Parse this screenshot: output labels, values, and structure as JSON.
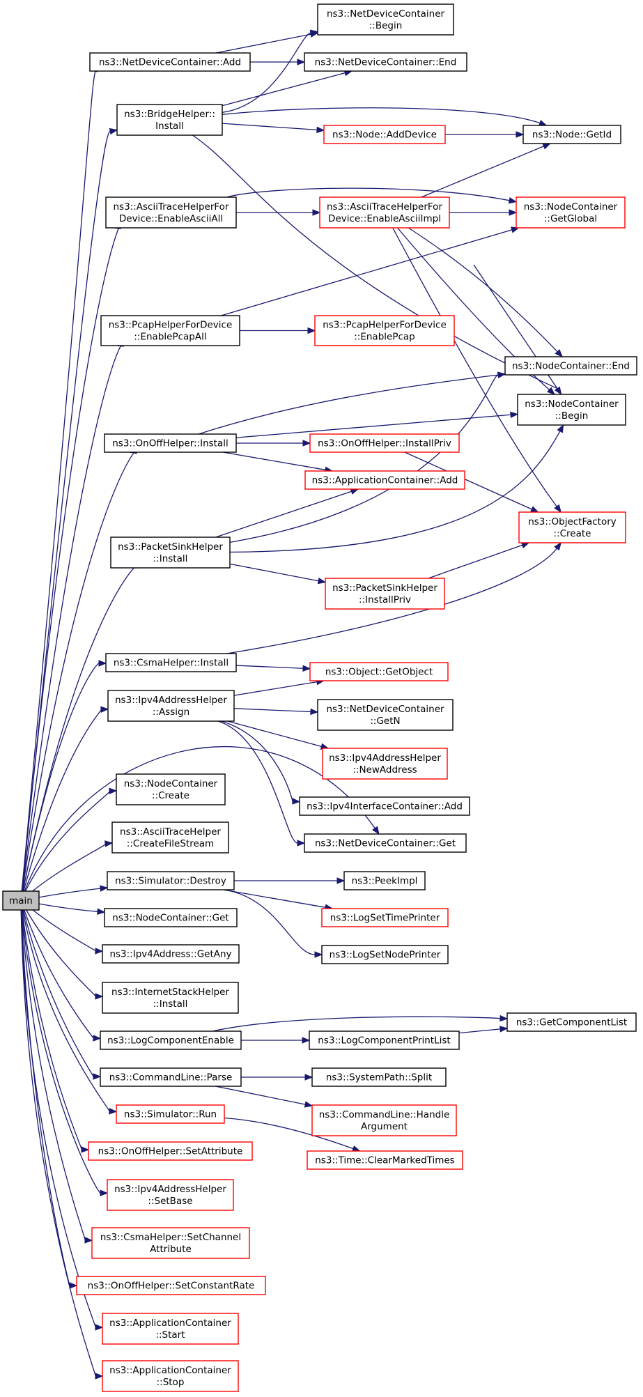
{
  "colors": {
    "edge": "#191970",
    "node_border_black": "#000000",
    "node_border_red": "#ff0000",
    "root_fill": "#bfbfbf"
  },
  "nodes": [
    {
      "id": "main",
      "lines": [
        "main"
      ],
      "border": "root"
    },
    {
      "id": "ndc_add",
      "lines": [
        "ns3::NetDeviceContainer::Add"
      ],
      "border": "black"
    },
    {
      "id": "bridge_install",
      "lines": [
        "ns3::BridgeHelper::",
        "Install"
      ],
      "border": "black"
    },
    {
      "id": "ascii_enableall",
      "lines": [
        "ns3::AsciiTraceHelperFor",
        "Device::EnableAsciiAll"
      ],
      "border": "black"
    },
    {
      "id": "pcap_enableall",
      "lines": [
        "ns3::PcapHelperForDevice",
        "::EnablePcapAll"
      ],
      "border": "black"
    },
    {
      "id": "onoff_install",
      "lines": [
        "ns3::OnOffHelper::Install"
      ],
      "border": "black"
    },
    {
      "id": "sink_install",
      "lines": [
        "ns3::PacketSinkHelper",
        "::Install"
      ],
      "border": "black"
    },
    {
      "id": "csma_install",
      "lines": [
        "ns3::CsmaHelper::Install"
      ],
      "border": "black"
    },
    {
      "id": "ipv4_assign",
      "lines": [
        "ns3::Ipv4AddressHelper",
        "::Assign"
      ],
      "border": "black"
    },
    {
      "id": "nc_create",
      "lines": [
        "ns3::NodeContainer",
        "::Create"
      ],
      "border": "black"
    },
    {
      "id": "ascii_createfile",
      "lines": [
        "ns3::AsciiTraceHelper",
        "::CreateFileStream"
      ],
      "border": "black"
    },
    {
      "id": "sim_destroy",
      "lines": [
        "ns3::Simulator::Destroy"
      ],
      "border": "black"
    },
    {
      "id": "nc_get",
      "lines": [
        "ns3::NodeContainer::Get"
      ],
      "border": "black"
    },
    {
      "id": "ipv4_getany",
      "lines": [
        "ns3::Ipv4Address::GetAny"
      ],
      "border": "black"
    },
    {
      "id": "inet_install",
      "lines": [
        "ns3::InternetStackHelper",
        "::Install"
      ],
      "border": "black"
    },
    {
      "id": "logcomp_enable",
      "lines": [
        "ns3::LogComponentEnable"
      ],
      "border": "black"
    },
    {
      "id": "cmd_parse",
      "lines": [
        "ns3::CommandLine::Parse"
      ],
      "border": "black"
    },
    {
      "id": "sim_run",
      "lines": [
        "ns3::Simulator::Run"
      ],
      "border": "red"
    },
    {
      "id": "onoff_setattr",
      "lines": [
        "ns3::OnOffHelper::SetAttribute"
      ],
      "border": "red"
    },
    {
      "id": "ipv4_setbase",
      "lines": [
        "ns3::Ipv4AddressHelper",
        "::SetBase"
      ],
      "border": "red"
    },
    {
      "id": "csma_setchannel",
      "lines": [
        "ns3::CsmaHelper::SetChannel",
        "Attribute"
      ],
      "border": "red"
    },
    {
      "id": "onoff_setrate",
      "lines": [
        "ns3::OnOffHelper::SetConstantRate"
      ],
      "border": "red"
    },
    {
      "id": "app_start",
      "lines": [
        "ns3::ApplicationContainer",
        "::Start"
      ],
      "border": "red"
    },
    {
      "id": "app_stop",
      "lines": [
        "ns3::ApplicationContainer",
        "::Stop"
      ],
      "border": "red"
    },
    {
      "id": "ndc_begin",
      "lines": [
        "ns3::NetDeviceContainer",
        "::Begin"
      ],
      "border": "black"
    },
    {
      "id": "ndc_end",
      "lines": [
        "ns3::NetDeviceContainer::End"
      ],
      "border": "black"
    },
    {
      "id": "node_adddevice",
      "lines": [
        "ns3::Node::AddDevice"
      ],
      "border": "red"
    },
    {
      "id": "node_getid",
      "lines": [
        "ns3::Node::GetId"
      ],
      "border": "black"
    },
    {
      "id": "ascii_enableimpl",
      "lines": [
        "ns3::AsciiTraceHelperFor",
        "Device::EnableAsciiImpl"
      ],
      "border": "red"
    },
    {
      "id": "nc_getglobal",
      "lines": [
        "ns3::NodeContainer",
        "::GetGlobal"
      ],
      "border": "red"
    },
    {
      "id": "pcap_enable",
      "lines": [
        "ns3::PcapHelperForDevice",
        "::EnablePcap"
      ],
      "border": "red"
    },
    {
      "id": "nc_end",
      "lines": [
        "ns3::NodeContainer::End"
      ],
      "border": "black"
    },
    {
      "id": "nc_begin",
      "lines": [
        "ns3::NodeContainer",
        "::Begin"
      ],
      "border": "black"
    },
    {
      "id": "onoff_installpriv",
      "lines": [
        "ns3::OnOffHelper::InstallPriv"
      ],
      "border": "red"
    },
    {
      "id": "app_add",
      "lines": [
        "ns3::ApplicationContainer::Add"
      ],
      "border": "red"
    },
    {
      "id": "objfactory_create",
      "lines": [
        "ns3::ObjectFactory",
        "::Create"
      ],
      "border": "red"
    },
    {
      "id": "sink_installpriv",
      "lines": [
        "ns3::PacketSinkHelper",
        "::InstallPriv"
      ],
      "border": "red"
    },
    {
      "id": "obj_getobject",
      "lines": [
        "ns3::Object::GetObject"
      ],
      "border": "red"
    },
    {
      "id": "ndc_getn",
      "lines": [
        "ns3::NetDeviceContainer",
        "::GetN"
      ],
      "border": "black"
    },
    {
      "id": "ipv4_newaddress",
      "lines": [
        "ns3::Ipv4AddressHelper",
        "::NewAddress"
      ],
      "border": "red"
    },
    {
      "id": "ipv4ic_add",
      "lines": [
        "ns3::Ipv4InterfaceContainer::Add"
      ],
      "border": "black"
    },
    {
      "id": "ndc_get",
      "lines": [
        "ns3::NetDeviceContainer::Get"
      ],
      "border": "black"
    },
    {
      "id": "peekimpl",
      "lines": [
        "ns3::PeekImpl"
      ],
      "border": "black"
    },
    {
      "id": "logset_time",
      "lines": [
        "ns3::LogSetTimePrinter"
      ],
      "border": "red"
    },
    {
      "id": "logset_node",
      "lines": [
        "ns3::LogSetNodePrinter"
      ],
      "border": "black"
    },
    {
      "id": "getcomplist",
      "lines": [
        "ns3::GetComponentList"
      ],
      "border": "black"
    },
    {
      "id": "logcomp_printlist",
      "lines": [
        "ns3::LogComponentPrintList"
      ],
      "border": "black"
    },
    {
      "id": "syspath_split",
      "lines": [
        "ns3::SystemPath::Split"
      ],
      "border": "black"
    },
    {
      "id": "cmd_handlearg",
      "lines": [
        "ns3::CommandLine::Handle",
        "Argument"
      ],
      "border": "red"
    },
    {
      "id": "time_clearmarked",
      "lines": [
        "ns3::Time::ClearMarkedTimes"
      ],
      "border": "red"
    }
  ]
}
